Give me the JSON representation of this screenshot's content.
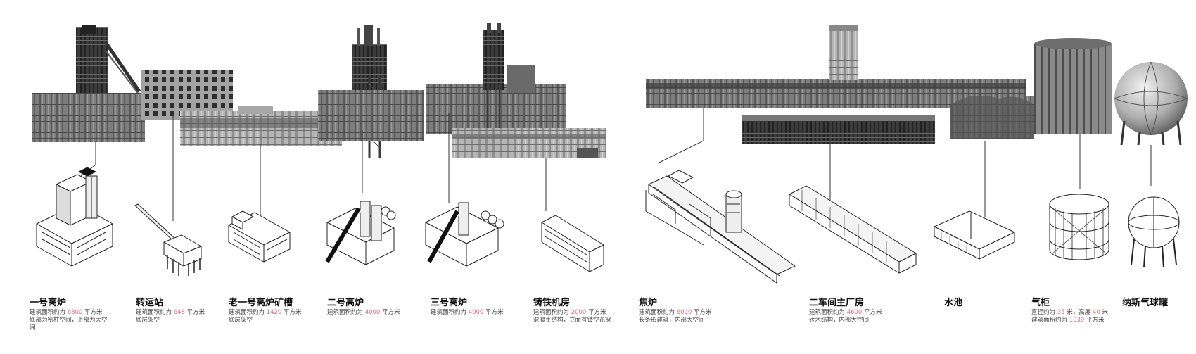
{
  "colors": {
    "highlight": "#e0707c",
    "title": "#111111",
    "body_text": "#444444",
    "photo_dark": "#3a3a3a",
    "photo_mid": "#7d7d7d",
    "photo_light": "#bdbdbd",
    "line": "#333333"
  },
  "buildings": [
    {
      "id": "blast-furnace-1",
      "title": "一号高炉",
      "line1_pre": "建筑面积约为 ",
      "line1_value": "6800",
      "line1_post": " 平方米",
      "line2": "底部为密柱空间，上部为大空",
      "line3": "间"
    },
    {
      "id": "transfer-station",
      "title": "转运站",
      "line1_pre": "建筑面积约为 ",
      "line1_value": "648",
      "line1_post": " 平方米",
      "line2": "底层架空",
      "line3": ""
    },
    {
      "id": "old-furnace-ore-trough",
      "title": "老一号高炉矿槽",
      "line1_pre": "建筑面积约为 ",
      "line1_value": "1420",
      "line1_post": " 平方米",
      "line2": "底层架空",
      "line3": ""
    },
    {
      "id": "blast-furnace-2",
      "title": "二号高炉",
      "line1_pre": "建筑面积约为 ",
      "line1_value": "4000",
      "line1_post": " 平方米",
      "line2": "",
      "line3": ""
    },
    {
      "id": "blast-furnace-3",
      "title": "三号高炉",
      "line1_pre": "建筑面积约为 ",
      "line1_value": "4000",
      "line1_post": " 平方米",
      "line2": "",
      "line3": ""
    },
    {
      "id": "casting-machine-room",
      "title": "铸铁机房",
      "line1_pre": "建筑面积约为 ",
      "line1_value": "2000",
      "line1_post": " 平方米",
      "line2": "混凝土结构，立面有镂空花窗",
      "line3": ""
    },
    {
      "id": "coke-oven",
      "title": "焦炉",
      "line1_pre": "建筑面积约为 ",
      "line1_value": "6000",
      "line1_post": " 平方米",
      "line2": "长条形建筑，内部大空间",
      "line3": ""
    },
    {
      "id": "workshop-2-main",
      "title": "二车间主厂房",
      "line1_pre": "建筑面积约为 ",
      "line1_value": "4600",
      "line1_post": " 平方米",
      "line2": "砖木结构，内部大空间",
      "line3": ""
    },
    {
      "id": "water-pool",
      "title": "水池",
      "line1_pre": "",
      "line1_value": "",
      "line1_post": "",
      "line2": "",
      "line3": ""
    },
    {
      "id": "gas-holder",
      "title": "气柜",
      "line1_pre": "直径约为 ",
      "line1_value": "35",
      "line1_post": " 米，高度 ",
      "line1_value2": "40",
      "line1_post2": " 米",
      "line2_pre": "建筑面积约为 ",
      "line2_value": "1039",
      "line2_post": " 平方米",
      "line3": ""
    },
    {
      "id": "gas-sphere",
      "title": "纳斯气球罐",
      "line1_pre": "",
      "line1_value": "",
      "line1_post": "",
      "line2": "",
      "line3": ""
    }
  ]
}
